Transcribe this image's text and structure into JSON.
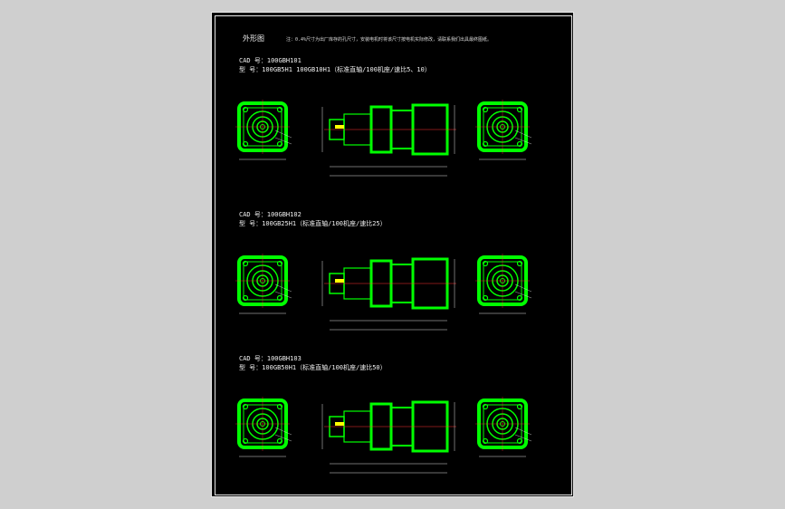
{
  "sheet": {
    "title": "外形图",
    "note": "注：0.4%尺寸为出厂库存的孔尺寸，安装电机时将该尺寸按电机实际修改，请联系我们出具最终图纸。",
    "colors": {
      "background": "#000000",
      "drawing": "#00ff00",
      "text": "#f0f0f0",
      "centerline": "#ff3030",
      "accent": "#ffff00"
    }
  },
  "models": [
    {
      "cad": "CAD 号：100GBH101",
      "model": "型 号：100GB5H1  100GB10H1（标准直轴/100机座/速比5、10）"
    },
    {
      "cad": "CAD 号：100GBH102",
      "model": "型 号：100GB25H1（标准直轴/100机座/速比25）"
    },
    {
      "cad": "CAD 号：100GBH103",
      "model": "型 号：100GB50H1（标准直轴/100机座/速比50）"
    }
  ]
}
